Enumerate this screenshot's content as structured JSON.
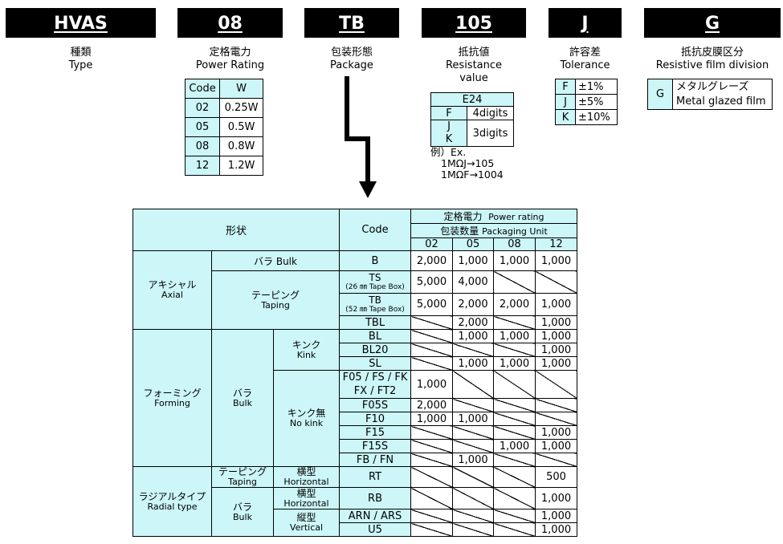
{
  "codes": [
    {
      "code": "HVAS",
      "jp": "種類",
      "en": "Type"
    },
    {
      "code": "08",
      "jp": "定格電力",
      "en": "Power Rating"
    },
    {
      "code": "TB",
      "jp": "包装形態",
      "en": "Package"
    },
    {
      "code": "105",
      "jp": "抵抗値",
      "en": "Resistance",
      "en2": "value"
    },
    {
      "code": "J",
      "jp": "許容差",
      "en": "Tolerance"
    },
    {
      "code": "G",
      "jp": "抵抗皮膜区分",
      "en": "Resistive film division"
    }
  ],
  "power_table": {
    "header": [
      "Code",
      "W"
    ],
    "rows": [
      [
        "02",
        "0.25W"
      ],
      [
        "05",
        "0.5W"
      ],
      [
        "08",
        "0.8W"
      ],
      [
        "12",
        "1.2W"
      ]
    ]
  },
  "resistance_table": {
    "title": "E24",
    "rows": [
      [
        "F",
        "4digits"
      ],
      [
        "J",
        "K",
        "3digits"
      ]
    ],
    "example_label": "例）Ex.",
    "examples": [
      "1MΩJ→105",
      "1MΩF→1004"
    ]
  },
  "tolerance_table": [
    [
      "F",
      "±1%"
    ],
    [
      "J",
      "±5%"
    ],
    [
      "K",
      "±10%"
    ]
  ],
  "film_table": {
    "code": "G",
    "jp": "メタルグレーズ",
    "en": "Metal glazed film"
  },
  "main_table": {
    "header": {
      "shape": "形状",
      "code": "Code",
      "rating_jp": "定格電力",
      "rating_en": "Power rating",
      "pack_jp": "包装数量",
      "pack_en": "Packaging Unit",
      "cols": [
        "02",
        "05",
        "08",
        "12"
      ]
    },
    "groups": {
      "axial": {
        "jp": "アキシャル",
        "en": "Axial"
      },
      "forming": {
        "jp": "フォーミング",
        "en": "Forming"
      },
      "radial": {
        "jp": "ラジアルタイプ",
        "en": "Radial type"
      },
      "bulk_inline": "バラ  Bulk",
      "taping_jp": "テーピング",
      "taping_en": "Taping",
      "bulk_jp": "バラ",
      "bulk_en": "Bulk",
      "kink_jp": "キンク",
      "kink_en": "Kink",
      "nokink_jp": "キンク無",
      "nokink_en": "No kink",
      "horiz_jp": "横型",
      "horiz_en": "Horizontal",
      "vert_jp": "縦型",
      "vert_en": "Vertical"
    },
    "rows": [
      {
        "code": "B",
        "vals": [
          "2,000",
          "1,000",
          "1,000",
          "1,000"
        ]
      },
      {
        "code": "TS",
        "sub": "(26 ㎜ Tape Box)",
        "vals": [
          "5,000",
          "4,000",
          null,
          null
        ]
      },
      {
        "code": "TB",
        "sub": "(52 ㎜ Tape Box)",
        "vals": [
          "5,000",
          "2,000",
          "2,000",
          "1,000"
        ]
      },
      {
        "code": "TBL",
        "vals": [
          null,
          "2,000",
          null,
          "1,000"
        ]
      },
      {
        "code": "BL",
        "vals": [
          null,
          "1,000",
          "1,000",
          "1,000"
        ]
      },
      {
        "code": "BL20",
        "vals": [
          null,
          null,
          null,
          "1,000"
        ]
      },
      {
        "code": "SL",
        "vals": [
          null,
          "1,000",
          "1,000",
          "1,000"
        ]
      },
      {
        "code": "F05 / FS / FK",
        "code2": "FX / FT2",
        "vals": [
          "1,000",
          null,
          null,
          null
        ]
      },
      {
        "code": "F05S",
        "vals": [
          "2,000",
          null,
          null,
          null
        ]
      },
      {
        "code": "F10",
        "vals": [
          "1,000",
          "1,000",
          null,
          null
        ]
      },
      {
        "code": "F15",
        "vals": [
          null,
          null,
          null,
          "1,000"
        ]
      },
      {
        "code": "F15S",
        "vals": [
          null,
          null,
          "1,000",
          "1,000"
        ]
      },
      {
        "code": "FB / FN",
        "vals": [
          null,
          "1,000",
          null,
          null
        ]
      },
      {
        "code": "RT",
        "vals": [
          null,
          null,
          null,
          "500"
        ]
      },
      {
        "code": "RB",
        "vals": [
          null,
          null,
          null,
          "1,000"
        ]
      },
      {
        "code": "ARN / ARS",
        "vals": [
          null,
          null,
          null,
          "1,000"
        ]
      },
      {
        "code": "U5",
        "vals": [
          null,
          null,
          null,
          "1,000"
        ]
      }
    ]
  }
}
